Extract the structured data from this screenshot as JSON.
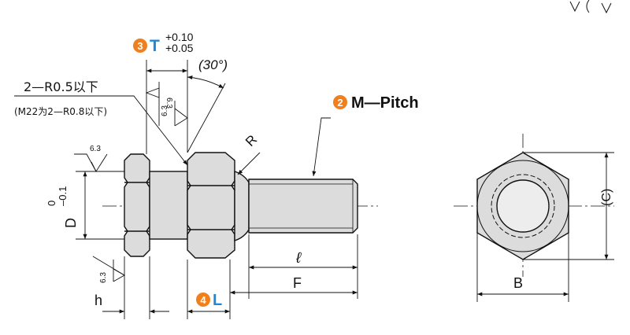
{
  "callouts": {
    "t": {
      "num": "3",
      "letter": "T",
      "tol_upper": "+0.10",
      "tol_lower": "+0.05"
    },
    "m": {
      "num": "2",
      "text": "M—Pitch"
    },
    "l": {
      "num": "4",
      "letter": "L"
    }
  },
  "angle_label": "(30°)",
  "chamfer_note": {
    "line1": "2—R0.5以下",
    "line2": "(M22为2—R0.8以下)"
  },
  "roughness_value": "6.3",
  "dims": {
    "d_label": "D",
    "d_tol_upper": "0",
    "d_tol_lower": "–0.1",
    "r_label": "R",
    "ell_label": "ℓ",
    "f_label": "F",
    "h_label": "h",
    "b_label": "B",
    "c_label": "(C)"
  },
  "colors": {
    "orange": "#f07f1d",
    "blue": "#1e88d8",
    "part_fill": "#dcdcdc",
    "line": "#111111"
  }
}
